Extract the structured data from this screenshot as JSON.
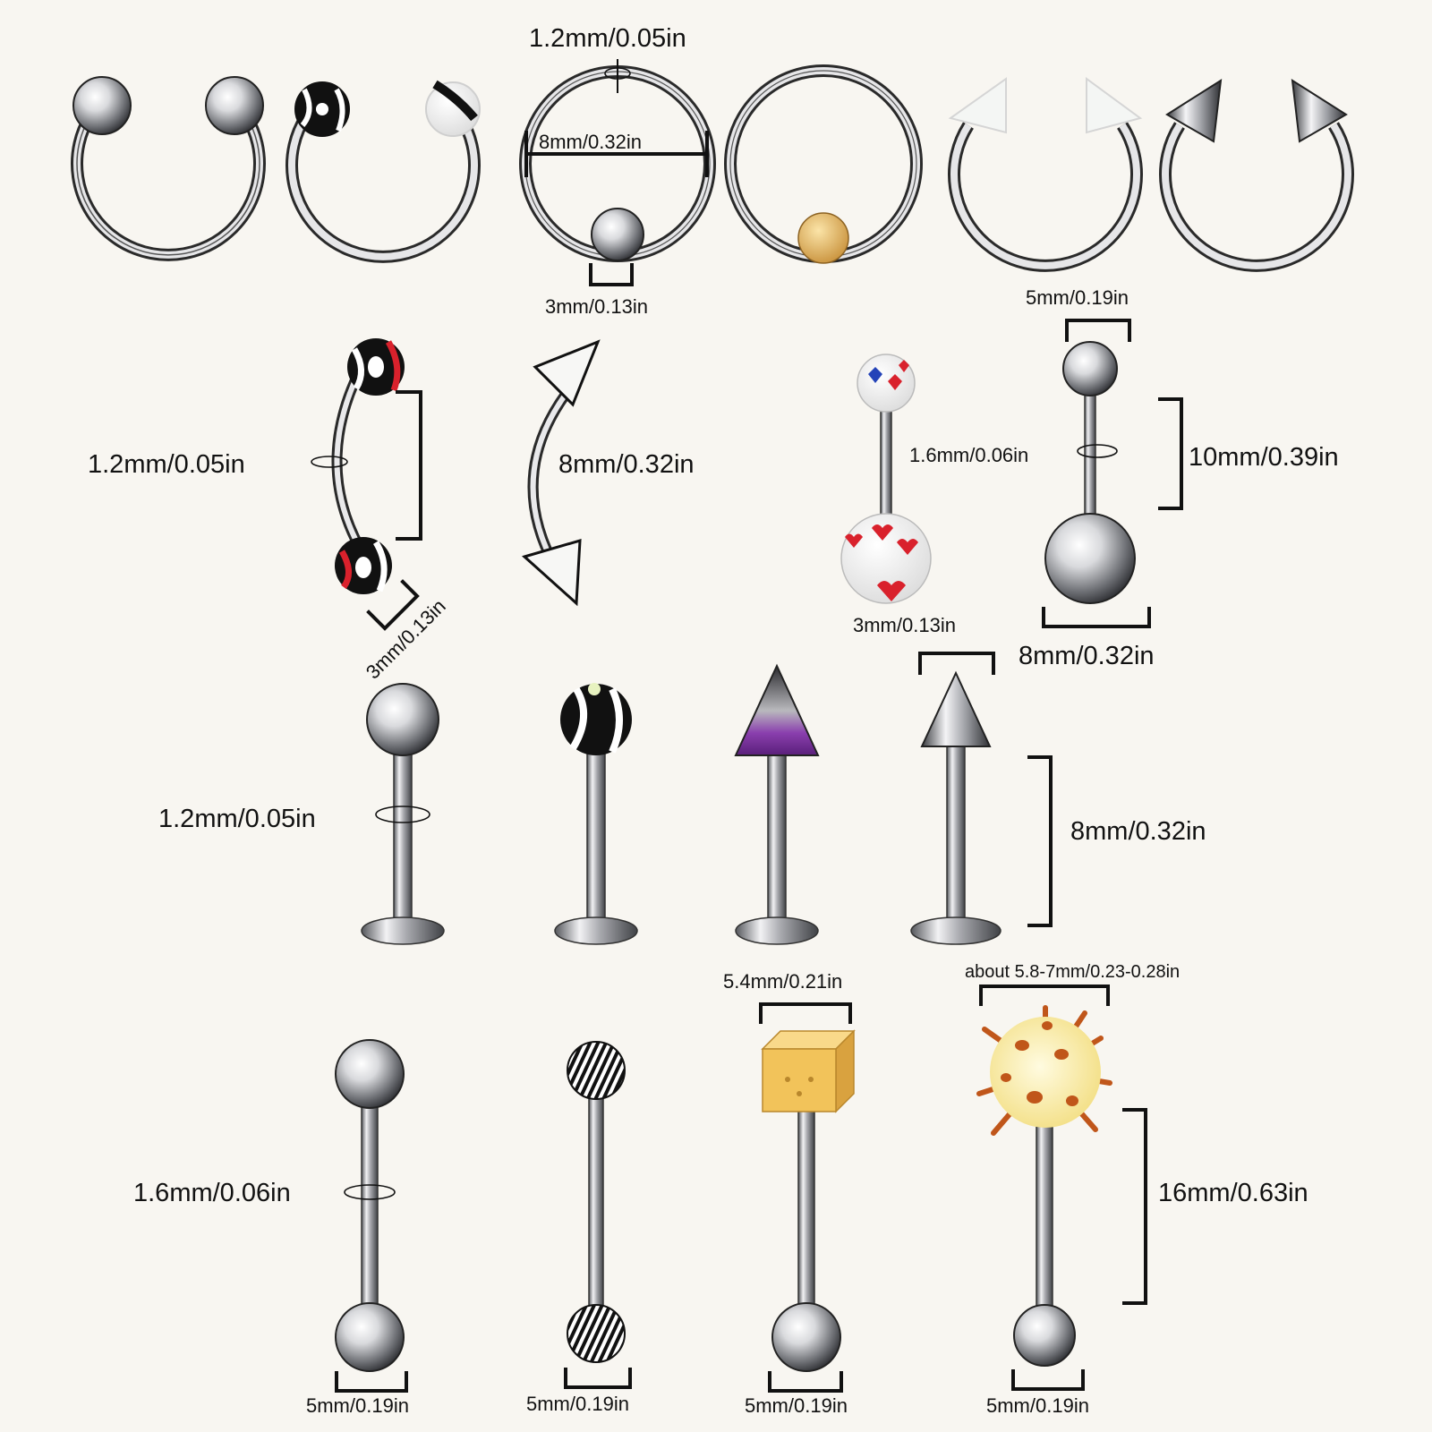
{
  "product": {
    "groups": {
      "rings": {
        "items": [
          "horseshoe-steel-balls",
          "horseshoe-black-white-balls",
          "captive-bead-ring-steel",
          "captive-bead-ring-gold",
          "horseshoe-white-spikes",
          "horseshoe-steel-spikes"
        ],
        "wire_thickness": "1.2mm/0.05in",
        "diameter": "8mm/0.32in",
        "bead_size": "3mm/0.13in"
      },
      "eyebrow": {
        "wire_thickness": "1.2mm/0.05in",
        "bar_length": "8mm/0.32in",
        "ball_size": "3mm/0.13in"
      },
      "belly": {
        "wire_thickness": "1.6mm/0.06in",
        "bar_length": "10mm/0.39in",
        "top_ball_size": "5mm/0.19in",
        "bottom_ball_small": "3mm/0.13in",
        "bottom_ball_large": "8mm/0.32in"
      },
      "labret": {
        "wire_thickness": "1.2mm/0.05in",
        "bar_length": "8mm/0.32in"
      },
      "tongue": {
        "wire_thickness": "1.6mm/0.06in",
        "bar_length": "16mm/0.63in",
        "dice_size": "5.4mm/0.21in",
        "spiky_ball_size": "about 5.8-7mm/0.23-0.28in",
        "bottom_ball_sizes": [
          "5mm/0.19in",
          "5mm/0.19in",
          "5mm/0.19in",
          "5mm/0.19in"
        ]
      }
    }
  },
  "colors": {
    "background": "#f8f6f1",
    "steel": "#c8c9cd",
    "gold_bead": "#e3b96a",
    "purple_spike": "#8a3fae",
    "dice": "#f2c35a",
    "spiky_ball": "#fff3b0",
    "spike_orange": "#c0561a",
    "heart_red": "#d9212c"
  }
}
